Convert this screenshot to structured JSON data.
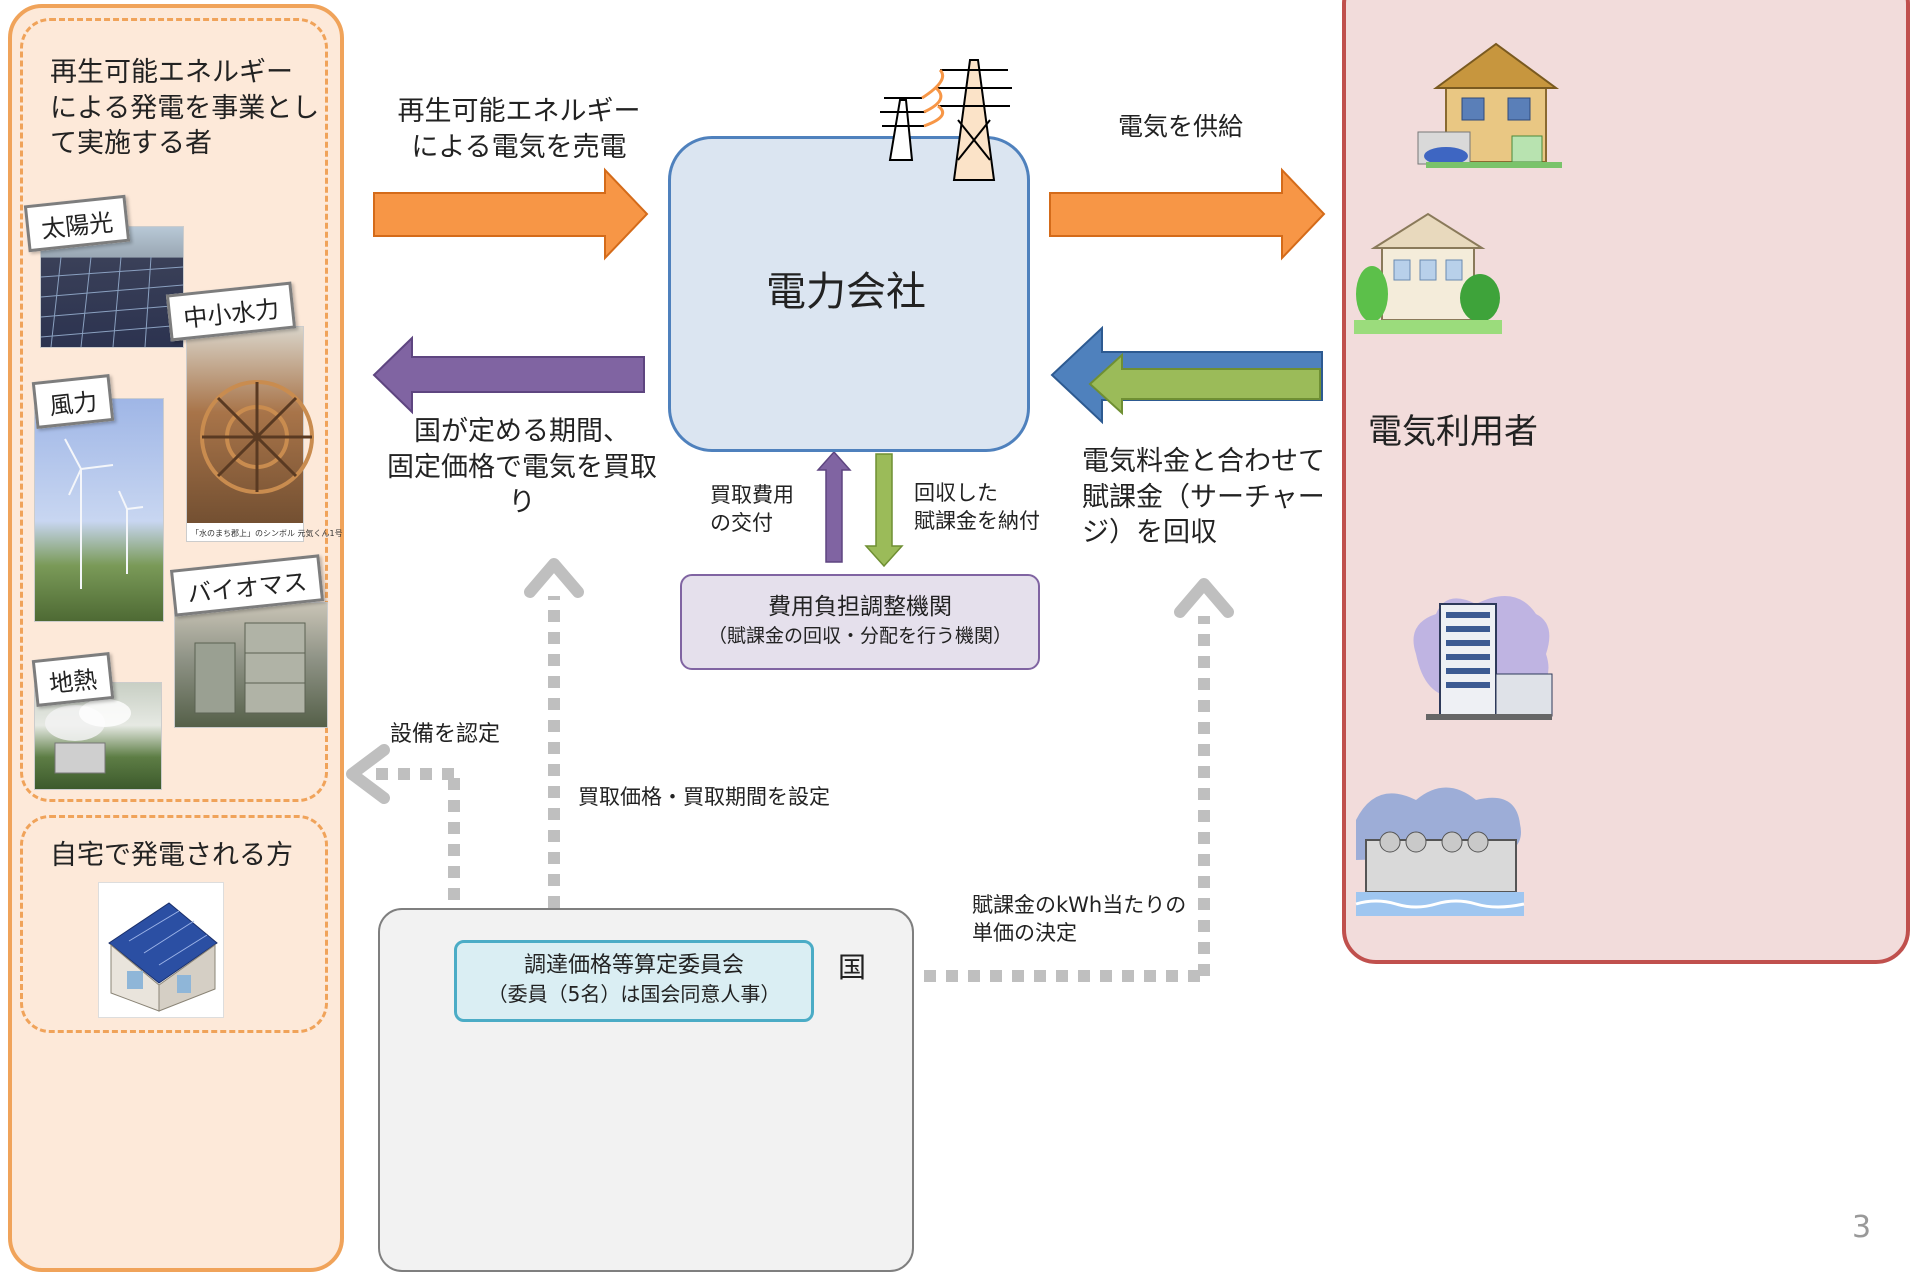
{
  "colors": {
    "orange_arrow": "#f79646",
    "orange_border": "#f0a35a",
    "orange_bg": "#fde9d9",
    "purple_arrow": "#8064a2",
    "blue_arrow": "#4f81bd",
    "green_arrow": "#9bbb59",
    "company_bg": "#dbe5f1",
    "company_border": "#4f81bd",
    "users_bg": "#f2dcdb",
    "users_border": "#c0504d",
    "agency_bg": "#e5e0ec",
    "country_bg": "#f2f2f2",
    "committee_bg": "#daeef3",
    "dotted": "#bfbfbf"
  },
  "producers": {
    "title": "再生可能エネルギー\nによる発電を事業とし\nて実施する者",
    "sources": [
      {
        "label": "太陽光",
        "icon": "solar-panel-photo"
      },
      {
        "label": "中小水力",
        "icon": "water-wheel-photo"
      },
      {
        "label": "風力",
        "icon": "wind-turbine-photo"
      },
      {
        "label": "バイオマス",
        "icon": "biomass-plant-photo"
      },
      {
        "label": "地熱",
        "icon": "geothermal-plant-photo"
      }
    ],
    "photo_caption": "「水のまち郡上」のシンボル 元気くん1号"
  },
  "home": {
    "title": "自宅で発電される方",
    "icon": "solar-house-icon"
  },
  "company": {
    "label": "電力会社",
    "icon": "power-tower-icon"
  },
  "users": {
    "label": "電気利用者",
    "icons": [
      "house-icon",
      "house-icon",
      "building-icon",
      "factory-icon"
    ]
  },
  "flows": {
    "sell": "再生可能エネルギー\nによる電気を売電",
    "buy": "国が定める期間、\n固定価格で電気を買取り",
    "supply": "電気を供給",
    "collect": "電気料金と合わせて\n賦課金（サーチャー\nジ）を回収",
    "grant": "買取費用\nの交付",
    "pay": "回収した\n賦課金を納付",
    "certify": "設備を認定",
    "set_price": "買取価格・買取期間を設定",
    "unit_price": "賦課金のkWh当たりの\n単価の決定"
  },
  "agency": {
    "title": "費用負担調整機関",
    "subtitle": "（賦課金の回収・分配を行う機関）"
  },
  "committee": {
    "title": "調達価格等算定委員会",
    "subtitle": "（委員（5名）は国会同意人事）"
  },
  "country": {
    "label": "国"
  },
  "page_number": "3"
}
